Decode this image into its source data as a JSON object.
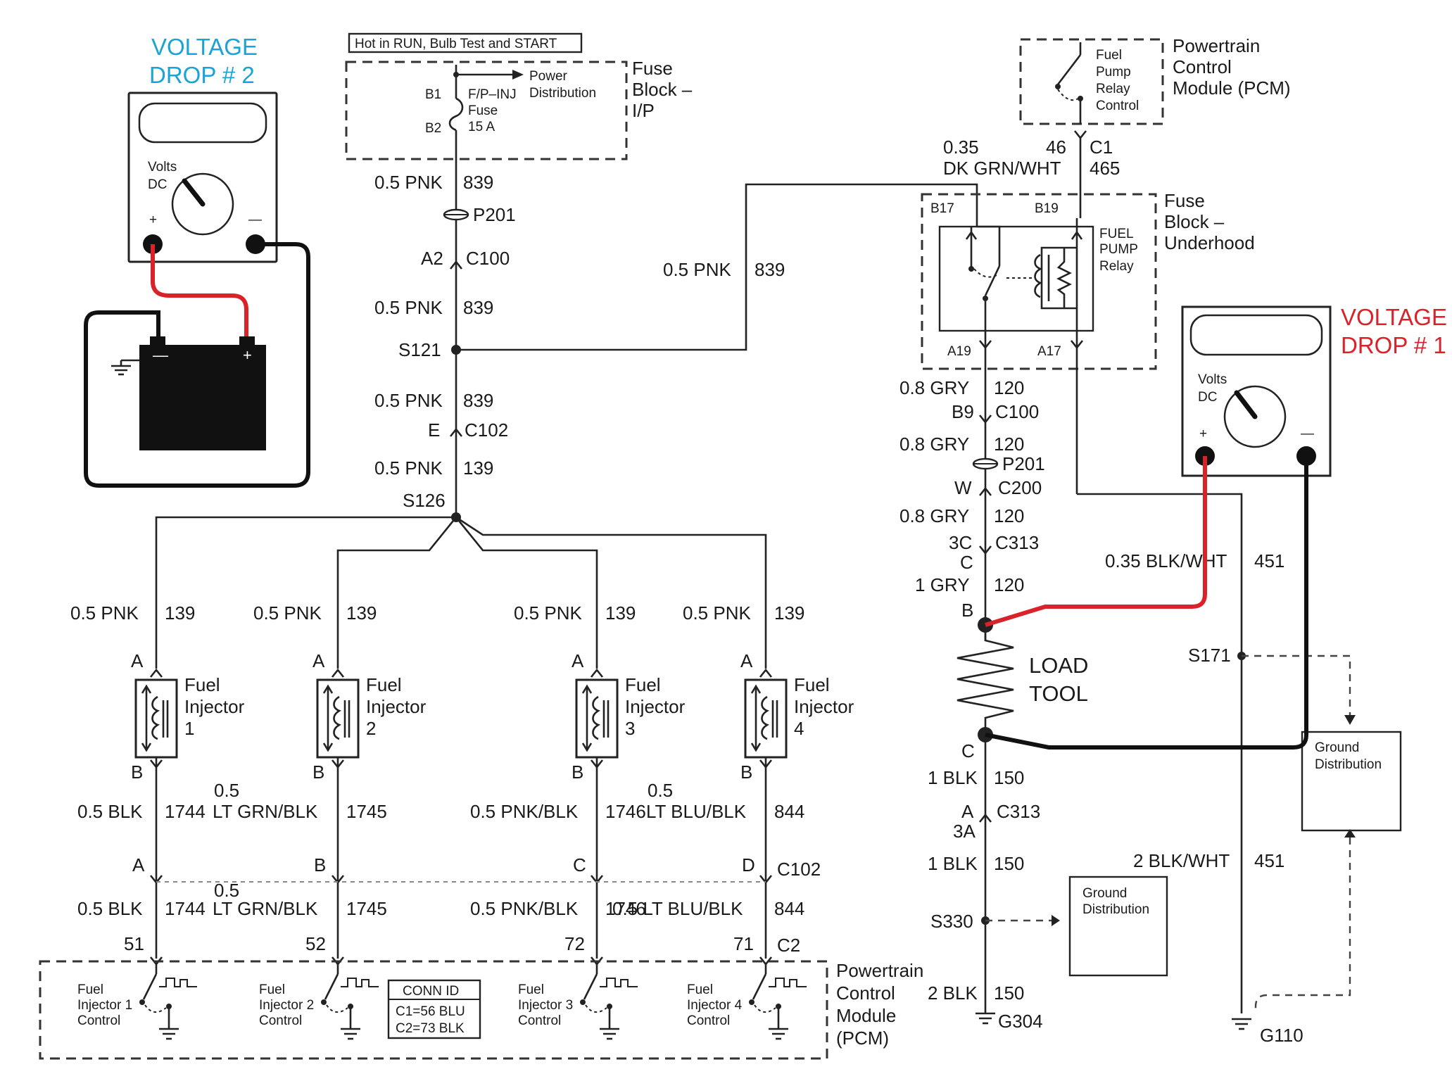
{
  "accent_colors": {
    "vd2": "#1ba3d6",
    "vd1": "#d9232a",
    "red_lead": "#d9232a",
    "black_lead": "#111111"
  },
  "vd2": {
    "title1": "VOLTAGE",
    "title2": "DROP # 2",
    "volts": "Volts",
    "dc": "DC",
    "plus": "+",
    "minus": "—"
  },
  "vd1": {
    "title1": "VOLTAGE",
    "title2": "DROP # 1",
    "volts": "Volts",
    "dc": "DC",
    "plus": "+",
    "minus": "—"
  },
  "battery": {
    "neg": "—",
    "pos": "+"
  },
  "header_label": "Hot in RUN, Bulb Test and START",
  "fuse_ip": {
    "b1": "B1",
    "b2": "B2",
    "fuse1": "F/P–INJ",
    "fuse2": "Fuse",
    "fuse3": "15 A",
    "power1": "Power",
    "power2": "Distribution",
    "title1": "Fuse",
    "title2": "Block –",
    "title3": "I/P"
  },
  "center": {
    "w1g": "0.5 PNK",
    "w1c": "839",
    "p201": "P201",
    "a2": "A2",
    "c100": "C100",
    "w2g": "0.5 PNK",
    "w2c": "839",
    "s121": "S121",
    "w3g": "0.5 PNK",
    "w3c": "839",
    "e": "E",
    "c102": "C102",
    "w4g": "0.5 PNK",
    "w4c": "139",
    "s126": "S126"
  },
  "branch_wire": {
    "gauge": "0.5 PNK",
    "circuit": "839"
  },
  "pcm_top": {
    "l1": "Fuel",
    "l2": "Pump",
    "l3": "Relay",
    "l4": "Control",
    "t1": "Powertrain",
    "t2": "Control",
    "t3": "Module (PCM)",
    "g1": "0.35",
    "g2": "DK GRN/WHT",
    "pin": "46",
    "conn": "C1",
    "circuit": "465"
  },
  "fuse_uh": {
    "b17": "B17",
    "b19": "B19",
    "a19": "A19",
    "a17": "A17",
    "r1": "FUEL",
    "r2": "PUMP",
    "r3": "Relay",
    "t1": "Fuse",
    "t2": "Block –",
    "t3": "Underhood"
  },
  "right": {
    "g1": "0.8 GRY",
    "c1": "120",
    "b9": "B9",
    "c100": "C100",
    "g2": "0.8 GRY",
    "c2": "120",
    "p201": "P201",
    "w": "W",
    "c200": "C200",
    "g3": "0.8 GRY",
    "c3": "120",
    "p3c": "3C",
    "c313": "C313",
    "pc": "C",
    "g4": "1 GRY",
    "c4": "120",
    "pb": "B",
    "load1": "LOAD",
    "load2": "TOOL",
    "pc2": "C",
    "g5": "1 BLK",
    "c5": "150",
    "pa": "A",
    "c313b": "C313",
    "p3a": "3A",
    "g6": "1 BLK",
    "c6": "150",
    "s330": "S330",
    "g7": "2 BLK",
    "c7": "150",
    "g304": "G304",
    "gd1": "Ground",
    "gd2": "Distribution"
  },
  "far_right": {
    "g1": "0.35 BLK/WHT",
    "c1": "451",
    "s171": "S171",
    "g2": "2 BLK/WHT",
    "c2": "451",
    "g110": "G110",
    "gd1": "Ground",
    "gd2": "Distribution"
  },
  "injectors": [
    {
      "gauge": "0.5 PNK",
      "circuit": "139",
      "pin_a": "A",
      "pin_b": "B",
      "name1": "Fuel",
      "name2": "Injector",
      "name3": "1",
      "og1": "",
      "og2": "0.5 BLK",
      "oc": "1744",
      "pin": "A",
      "ig1": "",
      "ig2": "0.5 BLK",
      "ic": "1744",
      "pcm_pin": "51",
      "ctl1": "Fuel",
      "ctl2": "Injector 1",
      "ctl3": "Control"
    },
    {
      "gauge": "0.5 PNK",
      "circuit": "139",
      "pin_a": "A",
      "pin_b": "B",
      "name1": "Fuel",
      "name2": "Injector",
      "name3": "2",
      "og1": "0.5",
      "og2": "LT GRN/BLK",
      "oc": "1745",
      "pin": "B",
      "ig1": "0.5",
      "ig2": "LT GRN/BLK",
      "ic": "1745",
      "pcm_pin": "52",
      "ctl1": "Fuel",
      "ctl2": "Injector 2",
      "ctl3": "Control"
    },
    {
      "gauge": "0.5 PNK",
      "circuit": "139",
      "pin_a": "A",
      "pin_b": "B",
      "name1": "Fuel",
      "name2": "Injector",
      "name3": "3",
      "og1": "",
      "og2": "0.5 PNK/BLK",
      "oc": "1746",
      "pin": "C",
      "ig1": "",
      "ig2": "0.5 PNK/BLK",
      "ic": "1746",
      "pcm_pin": "72",
      "ctl1": "Fuel",
      "ctl2": "Injector 3",
      "ctl3": "Control"
    },
    {
      "gauge": "0.5 PNK",
      "circuit": "139",
      "pin_a": "A",
      "pin_b": "B",
      "name1": "Fuel",
      "name2": "Injector",
      "name3": "4",
      "og1": "0.5",
      "og2": "LT BLU/BLK",
      "oc": "844",
      "pin": "D",
      "ig1": "",
      "ig2": "0.5 LT BLU/BLK",
      "ic": "844",
      "pcm_pin": "71",
      "ctl1": "Fuel",
      "ctl2": "Injector 4",
      "ctl3": "Control"
    }
  ],
  "bottom": {
    "c102": "C102",
    "c2": "C2",
    "pcm1": "Powertrain",
    "pcm2": "Control",
    "pcm3": "Module",
    "pcm4": "(PCM)",
    "conn_title": "CONN ID",
    "conn1": "C1=56 BLU",
    "conn2": "C2=73 BLK"
  }
}
